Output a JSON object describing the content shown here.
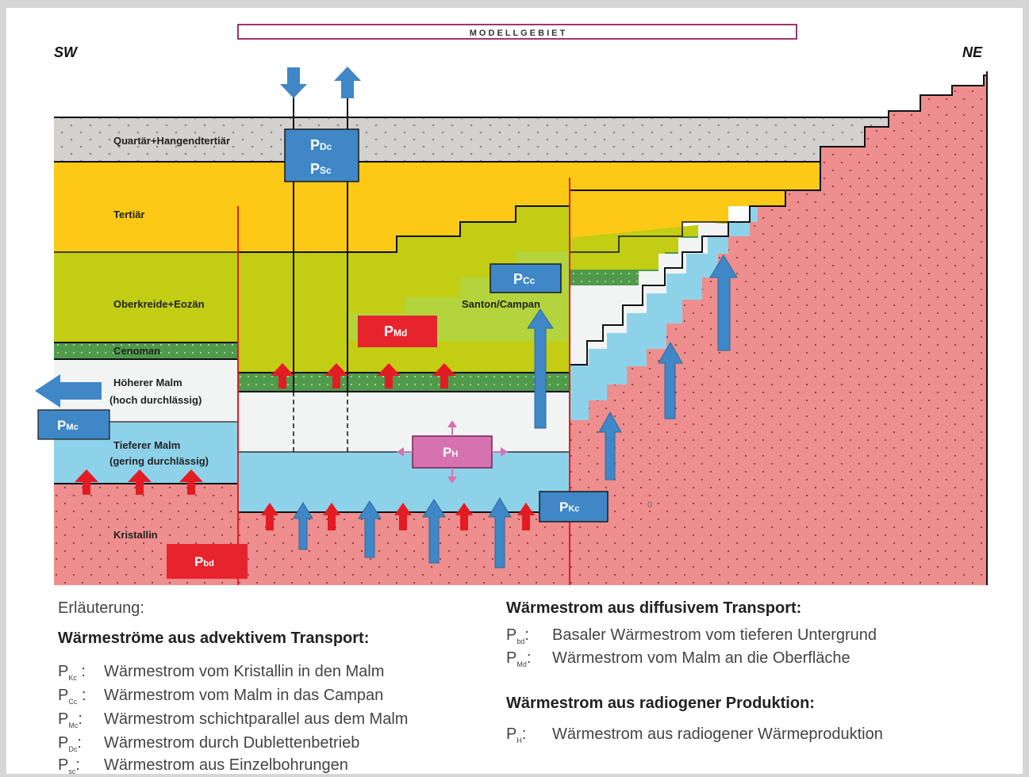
{
  "header": {
    "model_area": "M O D E L L G E B I E T",
    "left_dir": "SW",
    "right_dir": "NE"
  },
  "layers": {
    "quartaer": "Quartär+Hangendtertiär",
    "tertiaer": "Tertiär",
    "oberkreide": "Oberkreide+Eozän",
    "cenoman": "Cenoman",
    "hoeherer_malm_1": "Höherer Malm",
    "hoeherer_malm_2": "(hoch durchlässig)",
    "tieferer_malm_1": "Tieferer Malm",
    "tieferer_malm_2": "(gering durchlässig)",
    "kristallin": "Kristallin",
    "santon": "Santon/Campan"
  },
  "boxes": {
    "pdc": {
      "main": "P",
      "sub": "Dc"
    },
    "psc": {
      "main": "P",
      "sub": "Sc"
    },
    "pcc": {
      "main": "P",
      "sub": "Cc"
    },
    "pmd": {
      "main": "P",
      "sub": "Md"
    },
    "pmc": {
      "main": "P",
      "sub": "Mc"
    },
    "ph": {
      "main": "P",
      "sub": "H"
    },
    "pkc": {
      "main": "P",
      "sub": "Kc"
    },
    "pbd": {
      "main": "P",
      "sub": "bd"
    }
  },
  "stray_mark": "0",
  "colors": {
    "quartaer": "#d4d2cf",
    "tertiaer": "#fcc917",
    "oberkreide": "#c2cd14",
    "cenoman": "#4f9a4b",
    "malm_hoch": "#f2f4f3",
    "malm_tief": "#8ed2ea",
    "kristallin": "#ee8e8e",
    "box_blue": "#3f87c6",
    "box_red": "#e7232e",
    "box_pink": "#d672b0",
    "arrow_blue": "#3f87c6",
    "arrow_red": "#e31c23"
  },
  "legend": {
    "intro": "Erläuterung:",
    "advective": {
      "title": "Wärmeströme aus advektivem Transport:",
      "items": [
        {
          "code": "P",
          "sub": "Kc",
          "sep": " :",
          "text": "Wärmestrom vom Kristallin in den Malm"
        },
        {
          "code": "P",
          "sub": "Cc",
          "sep": " :",
          "text": "Wärmestrom vom Malm in das Campan"
        },
        {
          "code": "P",
          "sub": "Mc",
          "sep": ":",
          "text": "Wärmestrom schichtparallel aus dem Malm"
        },
        {
          "code": "P",
          "sub": "Dc",
          "sep": ":",
          "text": "Wärmestrom durch Dublettenbetrieb"
        },
        {
          "code": "P",
          "sub": "sc",
          "sep": ":",
          "text": "Wärmestrom aus Einzelbohrungen"
        }
      ]
    },
    "diffusive": {
      "title": "Wärmestrom aus diffusivem Transport:",
      "items": [
        {
          "code": "P",
          "sub": "bd",
          "sep": ":",
          "text": "Basaler Wärmestrom vom tieferen Untergrund"
        },
        {
          "code": "P",
          "sub": "Md",
          "sep": ":",
          "text": "Wärmestrom vom Malm an die Oberfläche"
        }
      ]
    },
    "radiogenic": {
      "title": "Wärmestrom aus radiogener Produktion:",
      "items": [
        {
          "code": "P",
          "sub": "H",
          "sep": ":",
          "text": "Wärmestrom aus radiogener Wärmeproduktion"
        }
      ]
    }
  }
}
